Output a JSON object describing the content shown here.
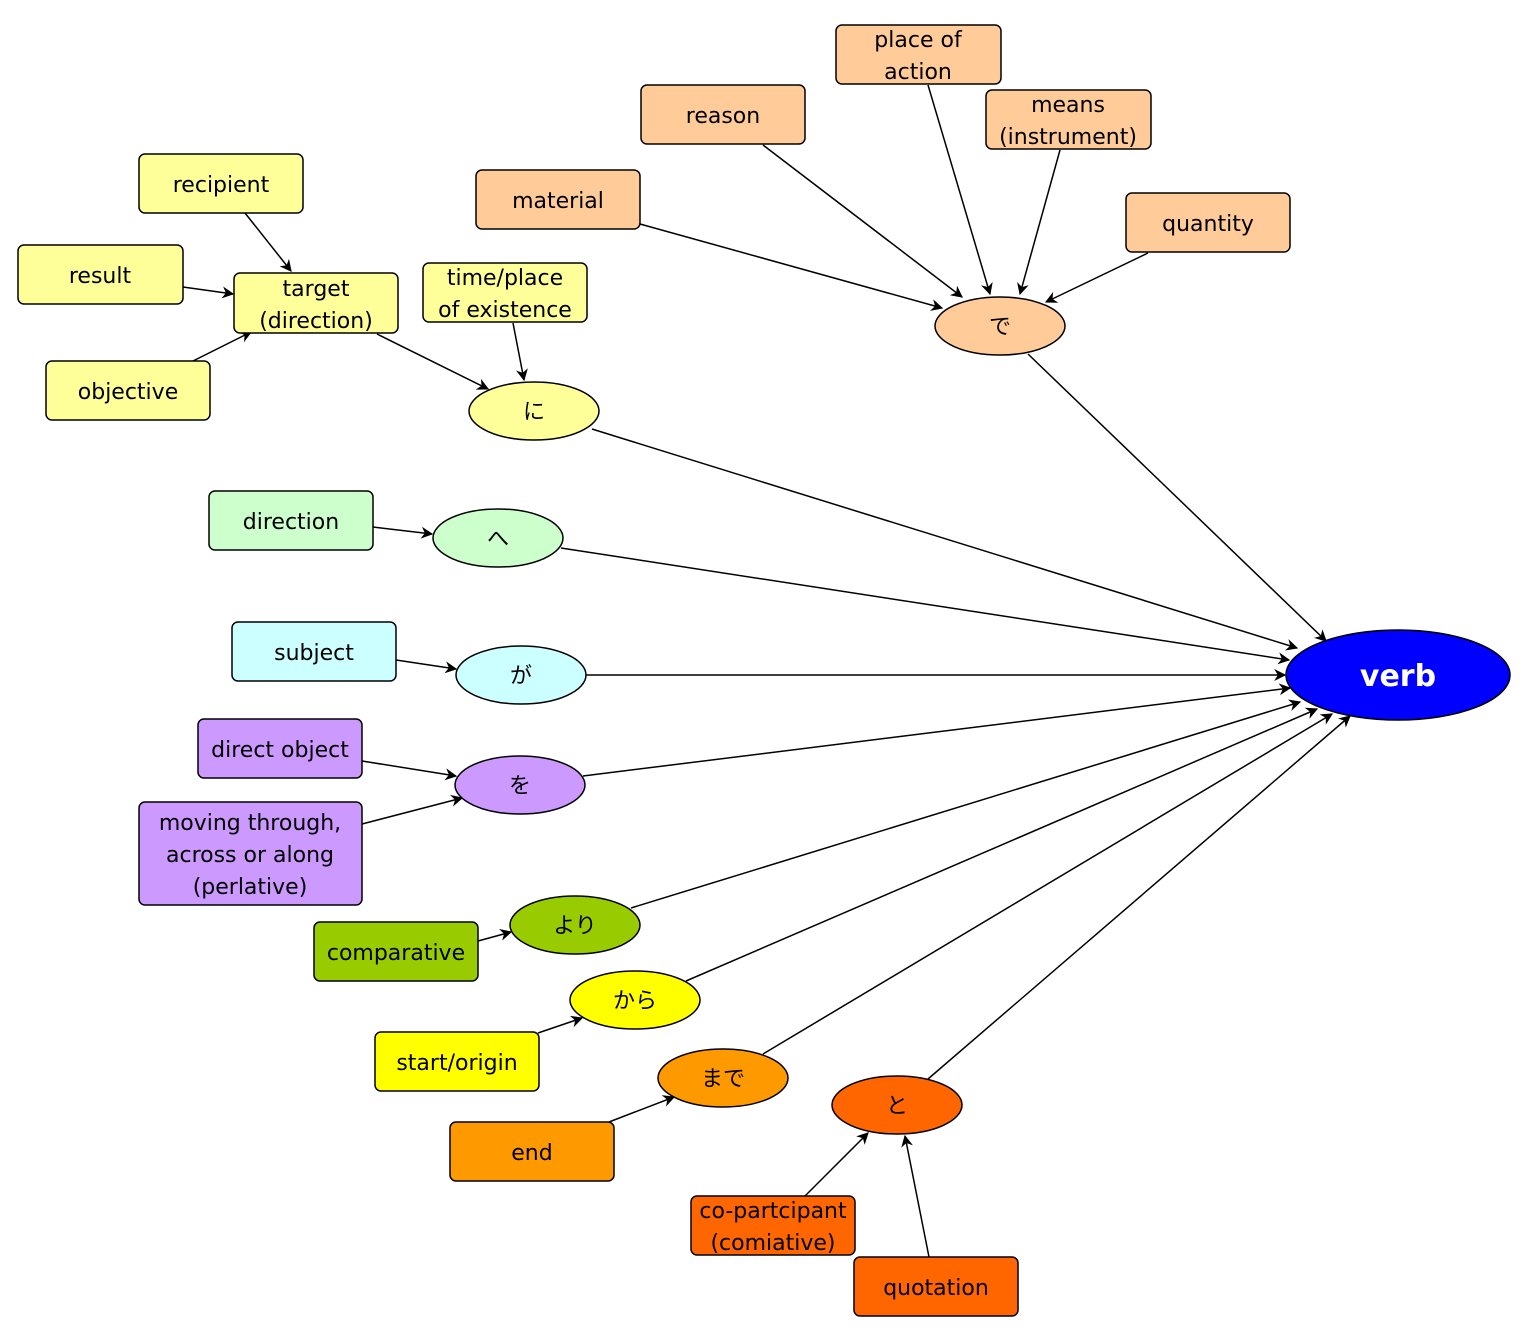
{
  "colors": {
    "de": "#ffcc99",
    "ni": "#ffff99",
    "he": "#ccffcc",
    "ga": "#ccffff",
    "wo": "#cc99ff",
    "yori": "#99cc00",
    "kara": "#ffff00",
    "made": "#ff9900",
    "to": "#ff6600",
    "verb": "#0000ff"
  },
  "nodes": {
    "verb": {
      "label": "verb"
    },
    "de": {
      "label": "で"
    },
    "ni": {
      "label": "に"
    },
    "he": {
      "label": "へ"
    },
    "ga": {
      "label": "が"
    },
    "wo": {
      "label": "を"
    },
    "yori": {
      "label": "より"
    },
    "kara": {
      "label": "から"
    },
    "made": {
      "label": "まで"
    },
    "to": {
      "label": "と"
    },
    "place_of_action": {
      "lines": [
        "place of",
        "action"
      ]
    },
    "reason": {
      "lines": [
        "reason"
      ]
    },
    "means": {
      "lines": [
        "means",
        "(instrument)"
      ]
    },
    "material": {
      "lines": [
        "material"
      ]
    },
    "quantity": {
      "lines": [
        "quantity"
      ]
    },
    "recipient": {
      "lines": [
        "recipient"
      ]
    },
    "result": {
      "lines": [
        "result"
      ]
    },
    "target": {
      "lines": [
        "target",
        "(direction)"
      ]
    },
    "objective": {
      "lines": [
        "objective"
      ]
    },
    "time_place": {
      "lines": [
        "time/place",
        "of existence"
      ]
    },
    "direction": {
      "lines": [
        "direction"
      ]
    },
    "subject": {
      "lines": [
        "subject"
      ]
    },
    "direct_object": {
      "lines": [
        "direct object"
      ]
    },
    "moving_through": {
      "lines": [
        "moving through,",
        "across or along",
        "(perlative)"
      ]
    },
    "comparative": {
      "lines": [
        "comparative"
      ]
    },
    "start_origin": {
      "lines": [
        "start/origin"
      ]
    },
    "end": {
      "lines": [
        "end"
      ]
    },
    "co_participant": {
      "lines": [
        "co-partcipant",
        "(comiative)"
      ]
    },
    "quotation": {
      "lines": [
        "quotation"
      ]
    }
  }
}
